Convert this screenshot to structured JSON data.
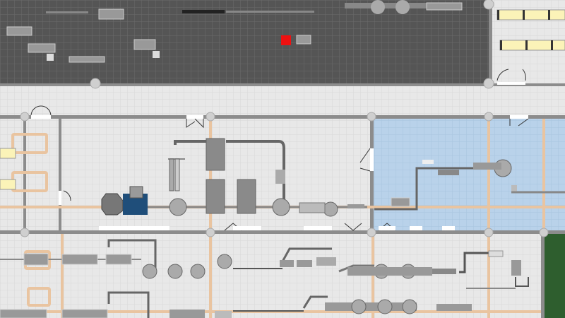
{
  "view": {
    "title": "",
    "colors": {
      "dark_floor": "#555555",
      "dark_grid": "#6a6a6a",
      "light_floor": "#e8e8e8",
      "light_grid": "#d6d6d6",
      "wall": "#8c8c8c",
      "zone_line": "#e9c4a0",
      "cold_room": "#b9d2ea",
      "conveyor": "#7a7a7a",
      "machine": "#9a9a9a",
      "machine_dark": "#7e7e7e",
      "alert": "#ee1111",
      "window": "#fbf3b8",
      "blue_unit": "#1f4e7a",
      "green_area": "#2e7d32"
    },
    "icons": [
      "door-swing-icon",
      "pillar-icon",
      "machine-icon",
      "roller-icon",
      "drum-icon",
      "conveyor-icon",
      "window-icon",
      "alert-marker-icon"
    ]
  },
  "zones": [
    {
      "id": "warehouse",
      "name": ""
    },
    {
      "id": "corridor",
      "name": ""
    },
    {
      "id": "production",
      "name": ""
    },
    {
      "id": "cold-room",
      "name": ""
    },
    {
      "id": "processing",
      "name": ""
    },
    {
      "id": "office",
      "name": ""
    }
  ]
}
